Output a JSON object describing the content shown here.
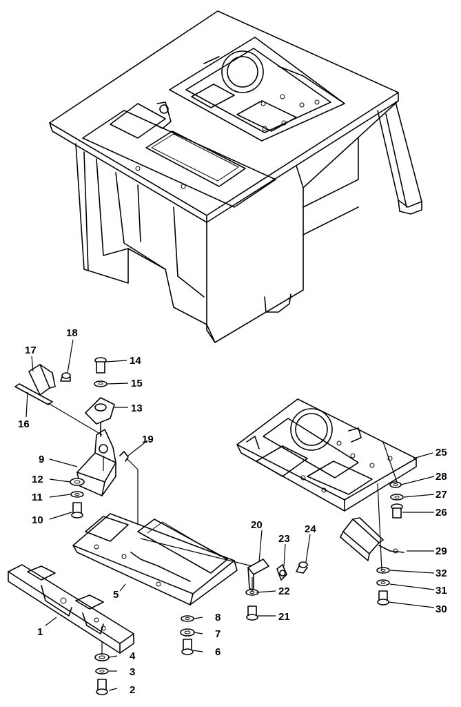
{
  "callouts": [
    {
      "id": "1",
      "text": "1"
    },
    {
      "id": "2",
      "text": "2"
    },
    {
      "id": "3",
      "text": "3"
    },
    {
      "id": "4",
      "text": "4"
    },
    {
      "id": "5",
      "text": "5"
    },
    {
      "id": "6",
      "text": "6"
    },
    {
      "id": "7",
      "text": "7"
    },
    {
      "id": "8",
      "text": "8"
    },
    {
      "id": "9",
      "text": "9"
    },
    {
      "id": "10",
      "text": "10"
    },
    {
      "id": "11",
      "text": "11"
    },
    {
      "id": "12",
      "text": "12"
    },
    {
      "id": "13",
      "text": "13"
    },
    {
      "id": "14",
      "text": "14"
    },
    {
      "id": "15",
      "text": "15"
    },
    {
      "id": "16",
      "text": "16"
    },
    {
      "id": "17",
      "text": "17"
    },
    {
      "id": "18",
      "text": "18"
    },
    {
      "id": "19",
      "text": "19"
    },
    {
      "id": "20",
      "text": "20"
    },
    {
      "id": "21",
      "text": "21"
    },
    {
      "id": "22",
      "text": "22"
    },
    {
      "id": "23",
      "text": "23"
    },
    {
      "id": "24",
      "text": "24"
    },
    {
      "id": "25",
      "text": "25"
    },
    {
      "id": "26",
      "text": "26"
    },
    {
      "id": "27",
      "text": "27"
    },
    {
      "id": "28",
      "text": "28"
    },
    {
      "id": "29",
      "text": "29"
    },
    {
      "id": "30",
      "text": "30"
    },
    {
      "id": "31",
      "text": "31"
    },
    {
      "id": "32",
      "text": "32"
    }
  ]
}
